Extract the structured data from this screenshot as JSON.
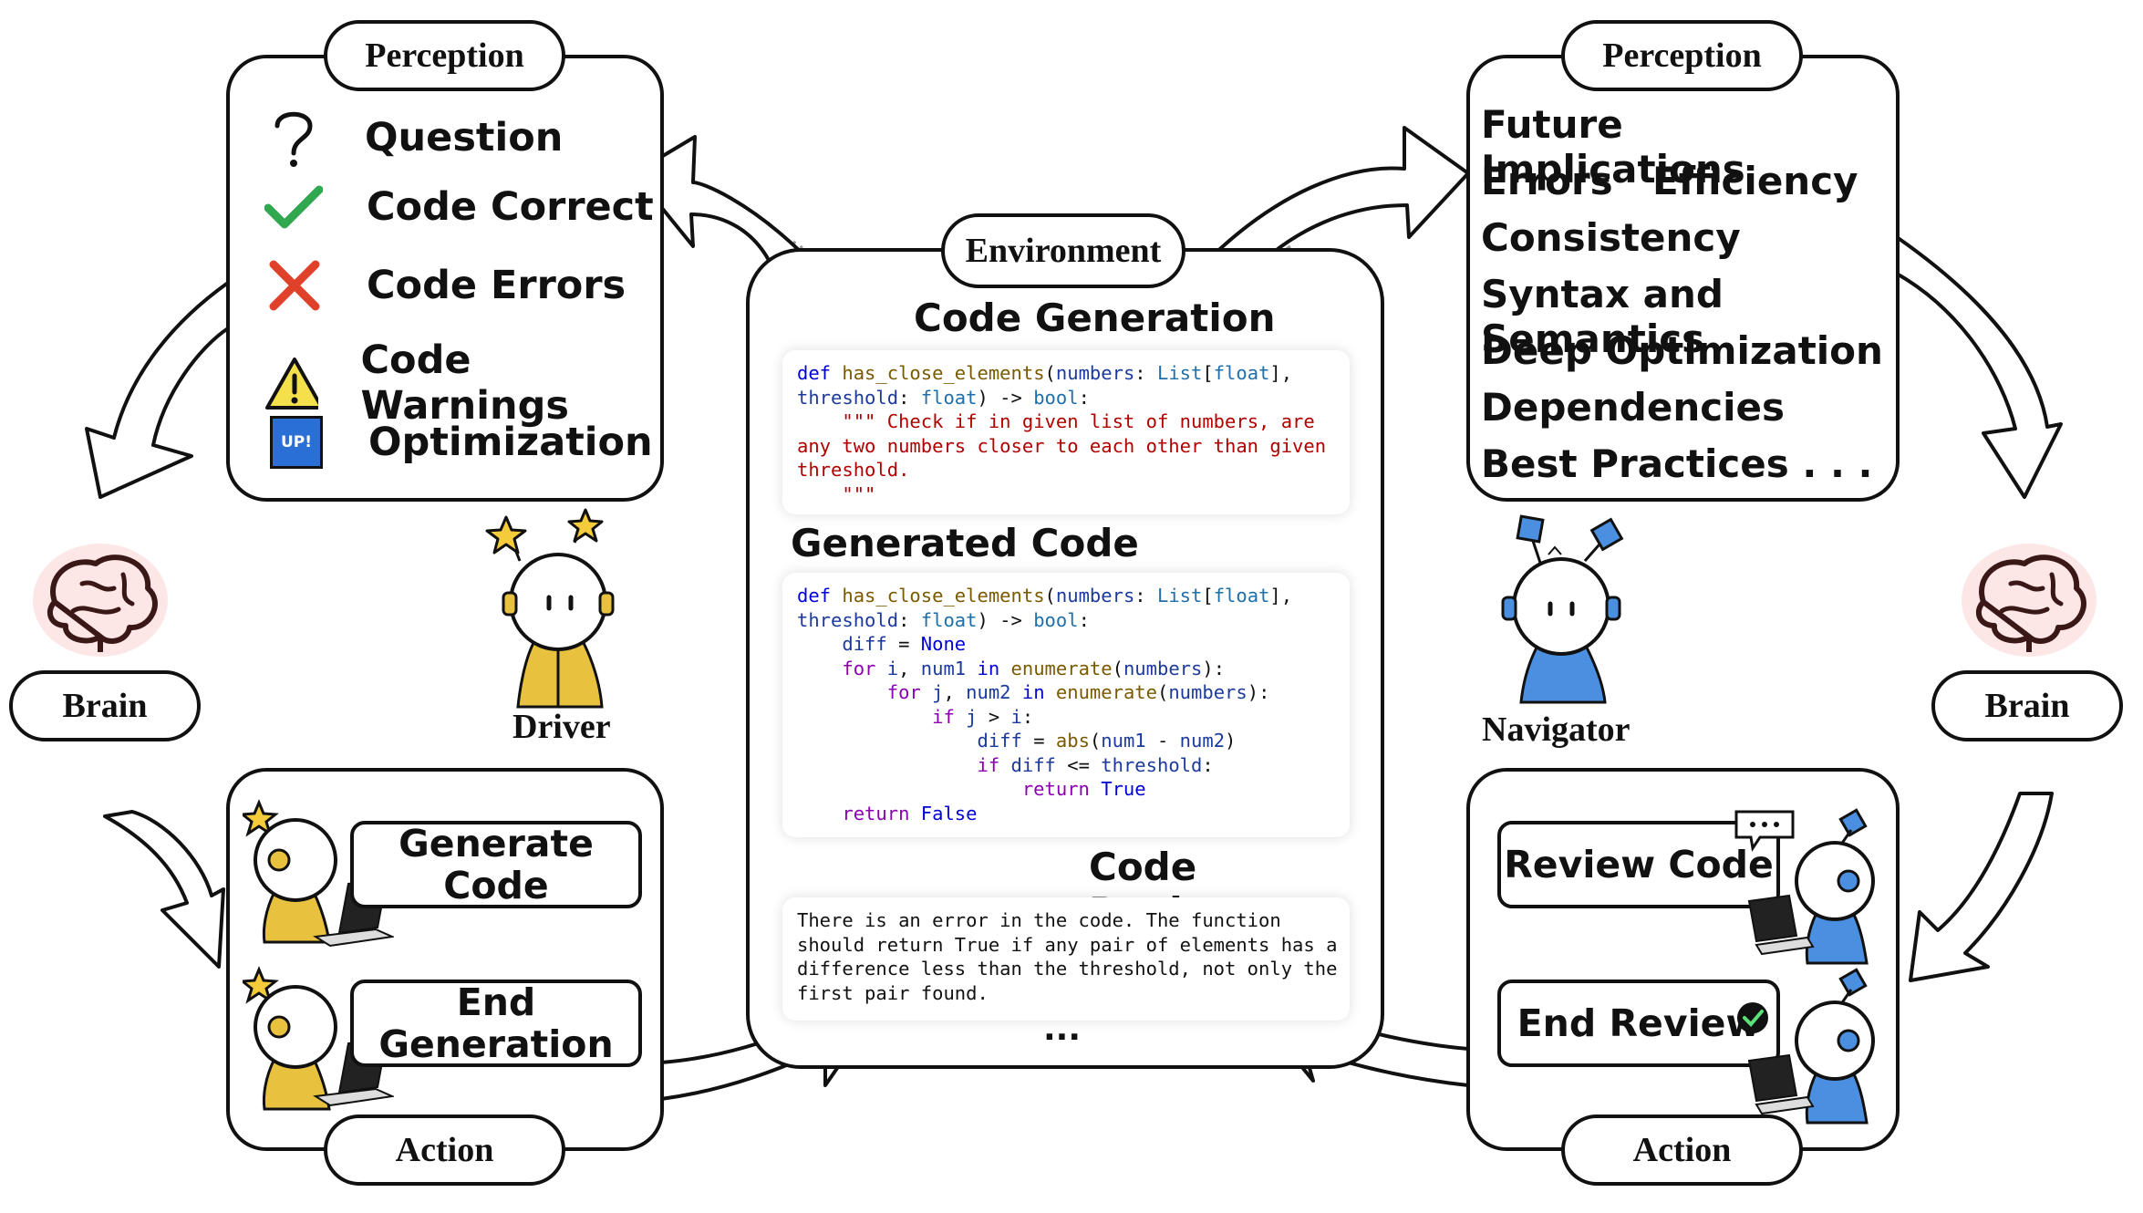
{
  "left": {
    "perception_label": "Perception",
    "items": [
      {
        "icon": "question-icon",
        "label": "Question"
      },
      {
        "icon": "checkmark-icon",
        "label": "Code Correct"
      },
      {
        "icon": "error-x-icon",
        "label": "Code Errors"
      },
      {
        "icon": "warning-icon",
        "label": "Code Warnings"
      },
      {
        "icon": "up-badge-icon",
        "label": "Optimization",
        "badge": "UP!"
      }
    ],
    "brain_label": "Brain",
    "role_label": "Driver",
    "action_label": "Action",
    "actions": [
      "Generate\nCode",
      "End\nGeneration"
    ]
  },
  "right": {
    "perception_label": "Perception",
    "items": [
      "Future Implications",
      "Errors",
      "Efficiency",
      "Consistency",
      "Syntax and Semantics",
      "Deep Optimization",
      "Dependencies",
      "Best Practices . . ."
    ],
    "brain_label": "Brain",
    "role_label": "Navigator",
    "action_label": "Action",
    "actions": [
      "Review Code",
      "End Review"
    ]
  },
  "environment": {
    "label": "Environment",
    "code_generation_title": "Code Generation",
    "generated_code_title": "Generated Code",
    "code_reviews_title": "Code Reviews",
    "review_text": "There is an error in the code. The function\nshould return True if any pair of elements has a\ndifference less than the threshold, not only the\nfirst pair found.",
    "ellipsis": "..."
  },
  "colors": {
    "driver_yellow": "#e8c23f",
    "navigator_blue": "#4a8fe0",
    "check_green": "#2fa84f",
    "error_red": "#e0412b",
    "warning_yellow": "#f4e04a",
    "up_blue": "#2a6fd6"
  }
}
